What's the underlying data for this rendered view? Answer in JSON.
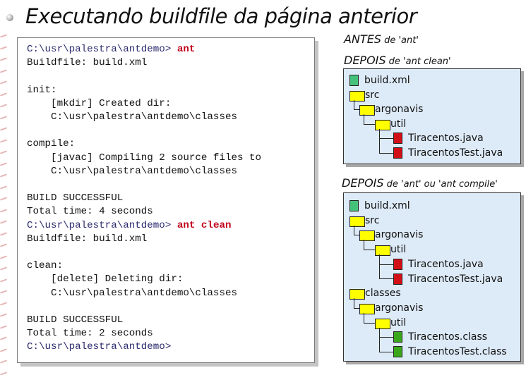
{
  "title": "Executando buildfile da página anterior",
  "terminal": [
    {
      "prompt": "C:\\usr\\palestra\\antdemo>",
      "cmd": " ant"
    },
    {
      "text": "Buildfile: build.xml"
    },
    {
      "text": ""
    },
    {
      "text": "init:"
    },
    {
      "text": "    [mkdir] Created dir:"
    },
    {
      "text": "    C:\\usr\\palestra\\antdemo\\classes"
    },
    {
      "text": ""
    },
    {
      "text": "compile:"
    },
    {
      "text": "    [javac] Compiling 2 source files to"
    },
    {
      "text": "    C:\\usr\\palestra\\antdemo\\classes"
    },
    {
      "text": ""
    },
    {
      "text": "BUILD SUCCESSFUL"
    },
    {
      "text": "Total time: 4 seconds"
    },
    {
      "prompt": "C:\\usr\\palestra\\antdemo>",
      "cmd": " ant clean"
    },
    {
      "text": "Buildfile: build.xml"
    },
    {
      "text": ""
    },
    {
      "text": "clean:"
    },
    {
      "text": "    [delete] Deleting dir:"
    },
    {
      "text": "    C:\\usr\\palestra\\antdemo\\classes"
    },
    {
      "text": ""
    },
    {
      "text": "BUILD SUCCESSFUL"
    },
    {
      "text": "Total time: 2 seconds"
    },
    {
      "prompt": "C:\\usr\\palestra\\antdemo>",
      "cmd": ""
    }
  ],
  "labels": {
    "antes_main": "ANTES",
    "antes_sub": " de 'ant'",
    "depois1_main": "DEPOIS",
    "depois1_sub": " de 'ant clean'",
    "depois2_main": "DEPOIS",
    "depois2_sub": " de 'ant' ou 'ant compile'"
  },
  "tree1": [
    {
      "label": "build.xml",
      "icon": "file-xml",
      "depth": 0
    },
    {
      "label": "src",
      "icon": "folder",
      "depth": 0
    },
    {
      "label": "argonavis",
      "icon": "folder",
      "depth": 1
    },
    {
      "label": "util",
      "icon": "folder",
      "depth": 2
    },
    {
      "label": "Tiracentos.java",
      "icon": "file-java",
      "depth": 3
    },
    {
      "label": "TiracentosTest.java",
      "icon": "file-java",
      "depth": 3
    }
  ],
  "tree2": [
    {
      "label": "build.xml",
      "icon": "file-xml",
      "depth": 0
    },
    {
      "label": "src",
      "icon": "folder",
      "depth": 0
    },
    {
      "label": "argonavis",
      "icon": "folder",
      "depth": 1
    },
    {
      "label": "util",
      "icon": "folder",
      "depth": 2
    },
    {
      "label": "Tiracentos.java",
      "icon": "file-java",
      "depth": 3
    },
    {
      "label": "TiracentosTest.java",
      "icon": "file-java",
      "depth": 3
    },
    {
      "label": "classes",
      "icon": "folder",
      "depth": 0
    },
    {
      "label": "argonavis",
      "icon": "folder",
      "depth": 1
    },
    {
      "label": "util",
      "icon": "folder",
      "depth": 2
    },
    {
      "label": "Tiracentos.class",
      "icon": "file-class",
      "depth": 3
    },
    {
      "label": "TiracentosTest.class",
      "icon": "file-class",
      "depth": 3
    }
  ],
  "colors": {
    "command": "#c0001a",
    "panel": "#ddeaf7",
    "folder": "#ffff00",
    "java": "#d20f16",
    "class": "#3aa71a",
    "xml": "#44c27a"
  }
}
